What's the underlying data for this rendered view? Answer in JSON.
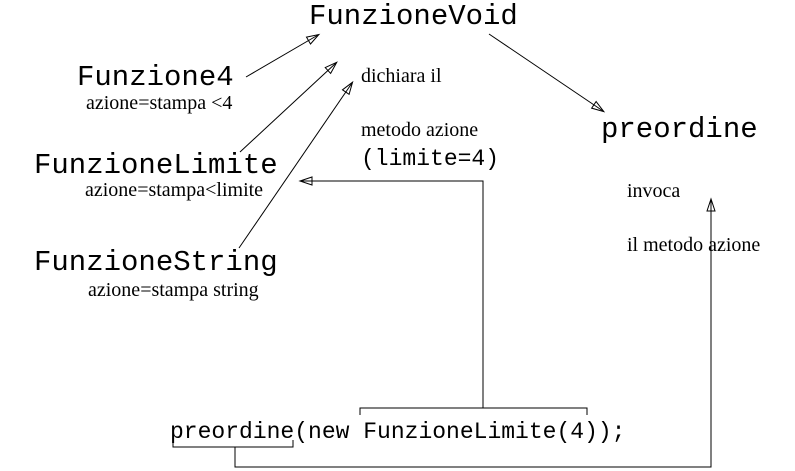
{
  "colors": {
    "background": "#ffffff",
    "ink": "#000000"
  },
  "diagram": {
    "nodes": {
      "funzione_void": {
        "label": "FunzioneVoid",
        "note_line1": "dichiara il",
        "note_line2": "metodo azione"
      },
      "funzione4": {
        "label": "Funzione4",
        "note": "azione=stampa <4"
      },
      "funzione_limite": {
        "label": "FunzioneLimite",
        "note": "azione=stampa<limite"
      },
      "funzione_string": {
        "label": "FunzioneString",
        "note": "azione=stampa string"
      },
      "preordine": {
        "label": "preordine",
        "note_line1": "invoca",
        "note_line2": "il metodo azione"
      }
    },
    "annotations": {
      "limite_param": "(limite=4)"
    },
    "code": "preordine(new FunzioneLimite(4));",
    "edges": [
      {
        "from": "Funzione4",
        "to": "FunzioneVoid",
        "style": "arrow"
      },
      {
        "from": "FunzioneLimite",
        "to": "FunzioneVoid",
        "style": "arrow"
      },
      {
        "from": "FunzioneString",
        "to": "FunzioneVoid",
        "style": "arrow"
      },
      {
        "from": "FunzioneVoid",
        "to": "preordine",
        "style": "arrow"
      },
      {
        "from": "FunzioneLimite(4) in code",
        "to": "FunzioneLimite",
        "label": "(limite=4)",
        "style": "elbow-arrow"
      },
      {
        "from": "preordine in code",
        "to": "preordine",
        "style": "elbow-arrow"
      }
    ]
  }
}
